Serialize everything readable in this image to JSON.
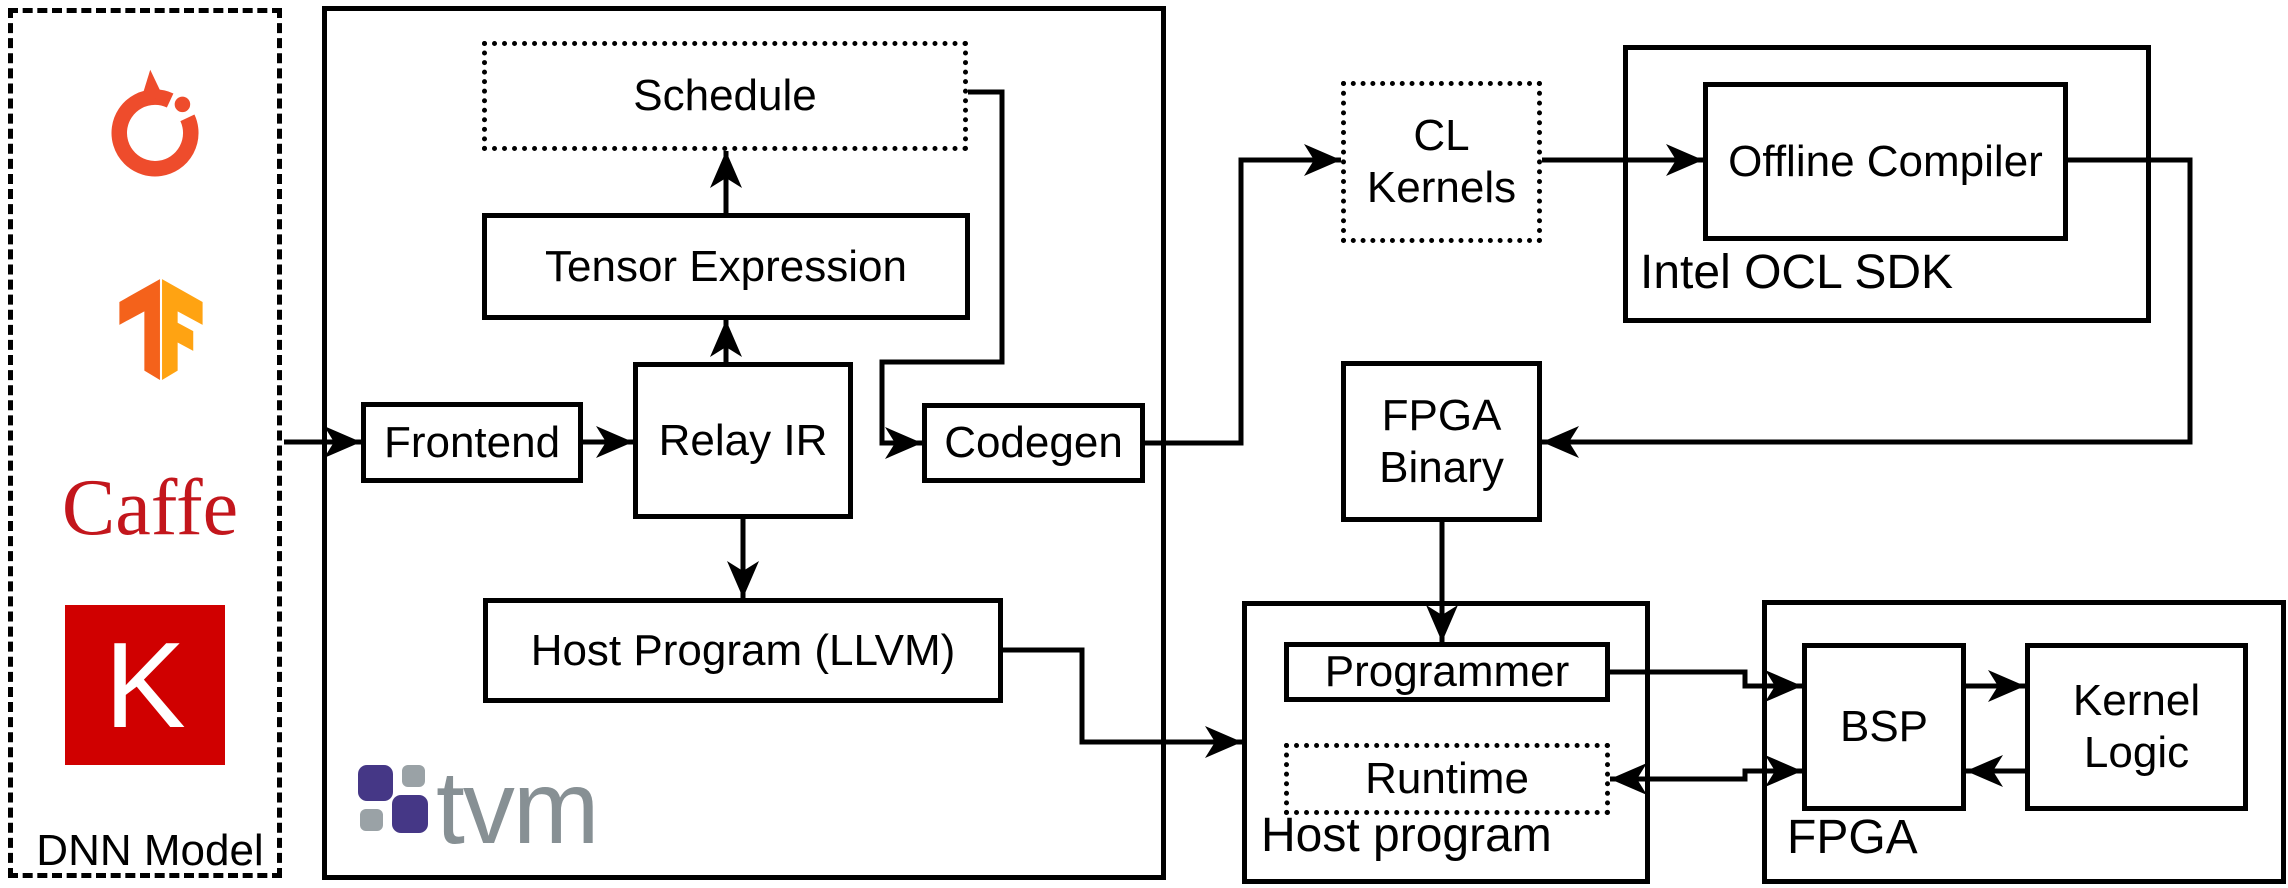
{
  "colors": {
    "line-black": "#000000",
    "pytorch-orange": "#EE4C2C",
    "tf-orange-dark": "#F4621B",
    "tf-orange-light": "#FFA312",
    "caffe-red": "#C3161C",
    "keras-red": "#D00000",
    "tvm-purple": "#453786",
    "tvm-grey": "#9AA2A6",
    "tvm-text-grey": "#879094"
  },
  "dnn_model": {
    "label": "DNN Model",
    "caffe_wordmark": "Caffe",
    "keras_letter": "K"
  },
  "tvm": {
    "schedule": "Schedule",
    "tensor_expression": "Tensor Expression",
    "frontend": "Frontend",
    "relay_ir": "Relay IR",
    "codegen": "Codegen",
    "host_program_llvm": "Host Program (LLVM)",
    "logo_text": "tvm"
  },
  "opencl": {
    "cl_kernels": "CL Kernels",
    "intel_ocl_sdk": "Intel OCL SDK",
    "offline_compiler": "Offline Compiler"
  },
  "fpga_binary": "FPGA Binary",
  "host_program": {
    "label": "Host program",
    "programmer": "Programmer",
    "runtime": "Runtime"
  },
  "fpga": {
    "label": "FPGA",
    "bsp": "BSP",
    "kernel_logic": "Kernel Logic"
  }
}
